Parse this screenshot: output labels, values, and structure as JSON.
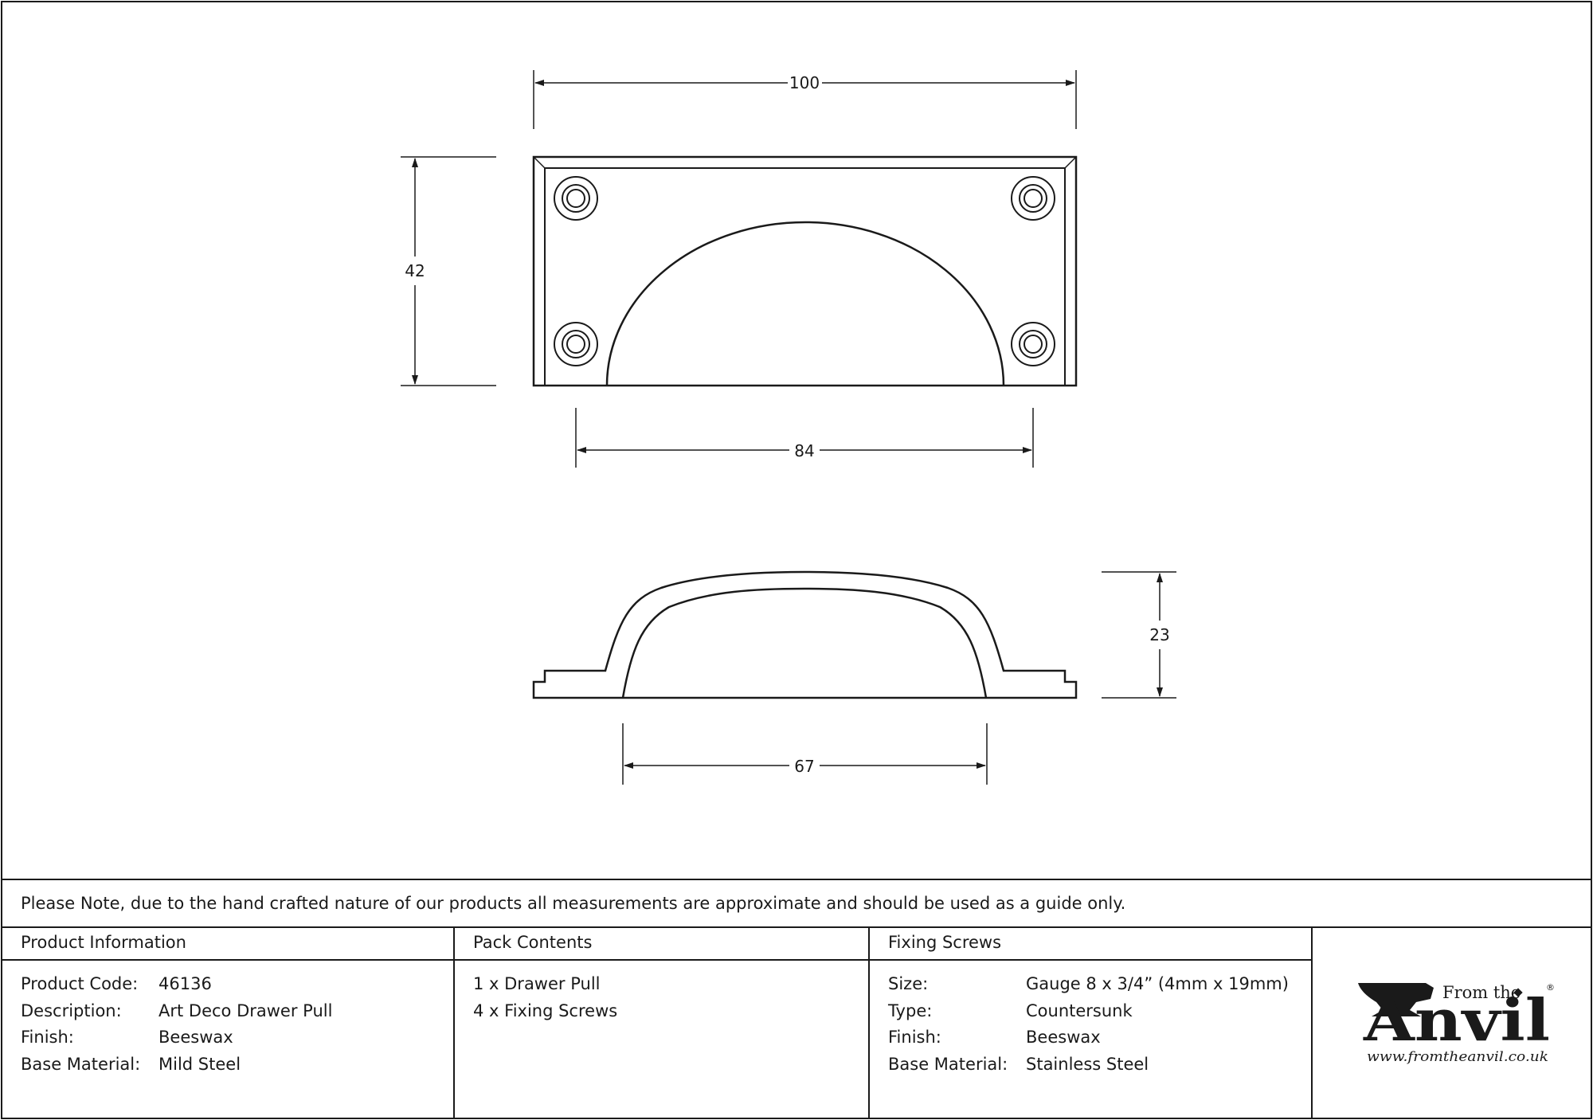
{
  "dimensions": {
    "plate_width": "100",
    "plate_height": "42",
    "hole_centres": "84",
    "projection": "23",
    "cup_width": "67"
  },
  "note": "Please Note, due to the hand crafted nature of our products all measurements are approximate and should be used as a guide only.",
  "product_information": {
    "header": "Product Information",
    "rows": [
      {
        "label": "Product Code:",
        "value": "46136"
      },
      {
        "label": "Description:",
        "value": "Art Deco Drawer Pull"
      },
      {
        "label": "Finish:",
        "value": "Beeswax"
      },
      {
        "label": "Base Material:",
        "value": "Mild Steel"
      }
    ]
  },
  "pack_contents": {
    "header": "Pack Contents",
    "items": [
      "1 x Drawer Pull",
      "4 x Fixing Screws"
    ]
  },
  "fixing_screws": {
    "header": "Fixing Screws",
    "rows": [
      {
        "label": "Size:",
        "value": "Gauge 8 x 3/4” (4mm x 19mm)"
      },
      {
        "label": "Type:",
        "value": "Countersunk"
      },
      {
        "label": "Finish:",
        "value": "Beeswax"
      },
      {
        "label": "Base Material:",
        "value": "Stainless Steel"
      }
    ]
  },
  "logo": {
    "small": "From the",
    "big": "Anvil",
    "url": "www.fromtheanvil.co.uk"
  }
}
